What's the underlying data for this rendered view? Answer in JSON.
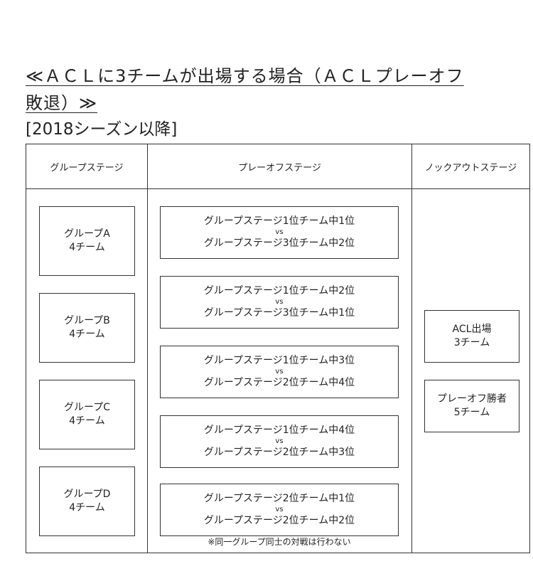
{
  "heading": "≪ＡＣＬに3チームが出場する場合（ＡＣＬプレーオフ敗退）≫",
  "subheading": "[2018シーズン以降]",
  "headers": {
    "group_stage": "グループステージ",
    "playoff_stage": "プレーオフステージ",
    "knockout_stage": "ノックアウトステージ"
  },
  "groups": [
    {
      "name": "グループA",
      "teams": "4チーム"
    },
    {
      "name": "グループB",
      "teams": "4チーム"
    },
    {
      "name": "グループC",
      "teams": "4チーム"
    },
    {
      "name": "グループD",
      "teams": "4チーム"
    }
  ],
  "matchups": [
    {
      "home": "グループステージ1位チーム中1位",
      "vs": "vs",
      "away": "グループステージ3位チーム中2位"
    },
    {
      "home": "グループステージ1位チーム中2位",
      "vs": "vs",
      "away": "グループステージ3位チーム中1位"
    },
    {
      "home": "グループステージ1位チーム中3位",
      "vs": "vs",
      "away": "グループステージ2位チーム中4位"
    },
    {
      "home": "グループステージ1位チーム中4位",
      "vs": "vs",
      "away": "グループステージ2位チーム中3位"
    },
    {
      "home": "グループステージ2位チーム中1位",
      "vs": "vs",
      "away": "グループステージ2位チーム中2位"
    }
  ],
  "playoff_note": "※同一グループ同士の対戦は行わない",
  "knockout": [
    {
      "line1": "ACL出場",
      "line2": "3チーム"
    },
    {
      "line1": "プレーオフ勝者",
      "line2": "5チーム"
    }
  ]
}
